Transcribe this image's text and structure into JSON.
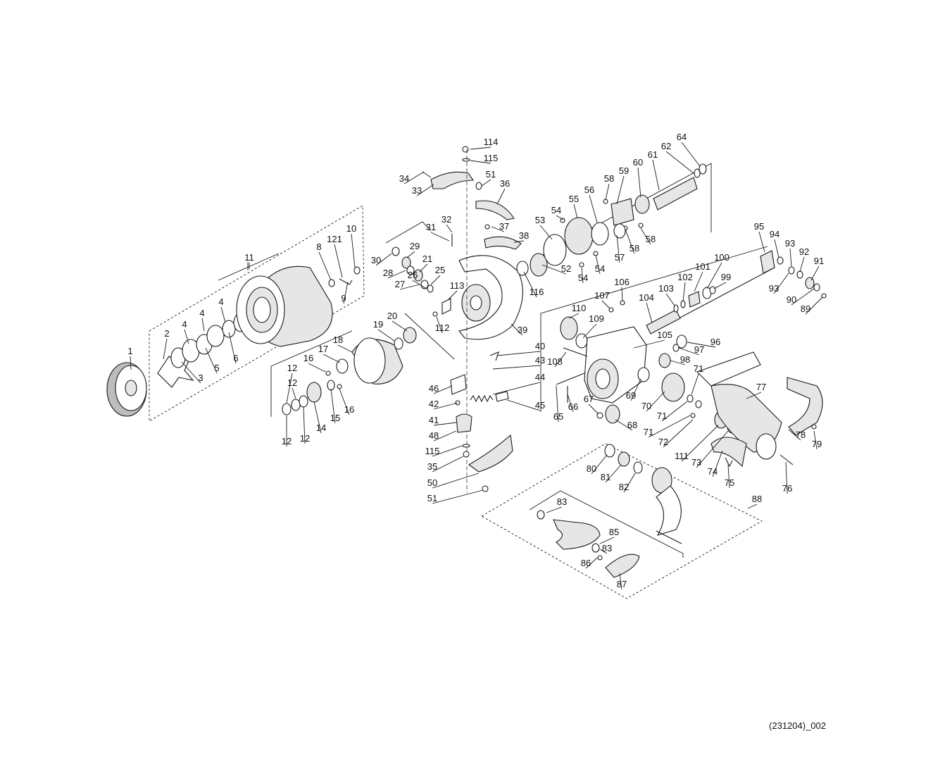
{
  "diagram": {
    "labels": [
      "1",
      "2",
      "3",
      "4",
      "4",
      "4",
      "5",
      "6",
      "8",
      "121",
      "10",
      "9",
      "11",
      "12",
      "12",
      "12",
      "12",
      "16",
      "17",
      "18",
      "16",
      "14",
      "15",
      "19",
      "20",
      "30",
      "29",
      "28",
      "21",
      "27",
      "25",
      "26",
      "31",
      "32",
      "113",
      "112",
      "34",
      "33",
      "114",
      "115",
      "51",
      "36",
      "37",
      "38",
      "39",
      "40",
      "43",
      "44",
      "45",
      "46",
      "42",
      "41",
      "48",
      "115",
      "35",
      "50",
      "51",
      "53",
      "54",
      "55",
      "56",
      "58",
      "59",
      "60",
      "61",
      "62",
      "64",
      "57",
      "58",
      "58",
      "54",
      "54",
      "52",
      "116",
      "95",
      "94",
      "93",
      "92",
      "91",
      "93",
      "90",
      "89",
      "100",
      "101",
      "102",
      "99",
      "103",
      "104",
      "106",
      "107",
      "110",
      "109",
      "105",
      "96",
      "97",
      "98",
      "108",
      "65",
      "66",
      "67",
      "68",
      "69",
      "70",
      "71",
      "71",
      "71",
      "72",
      "111",
      "73",
      "74",
      "75",
      "76",
      "77",
      "78",
      "79",
      "80",
      "81",
      "82",
      "88",
      "83",
      "85",
      "83",
      "86",
      "87"
    ]
  },
  "footer": {
    "code": "(231204)_002"
  }
}
